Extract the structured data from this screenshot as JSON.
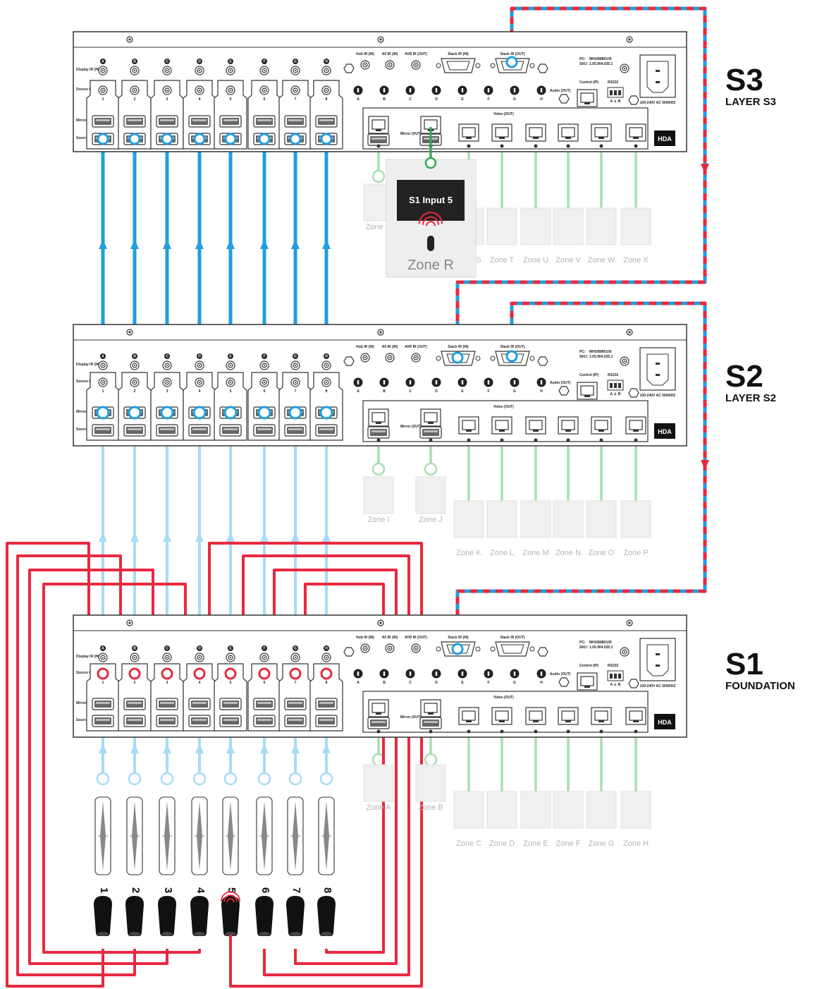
{
  "layers": [
    {
      "id": "S3",
      "name": "S3",
      "subtitle": "LAYER S3",
      "zones_mid": [
        "Zone Q",
        "Zone R"
      ],
      "zones_bottom": [
        "Zone S",
        "Zone T",
        "Zone U",
        "Zone V",
        "Zone W",
        "Zone X"
      ]
    },
    {
      "id": "S2",
      "name": "S2",
      "subtitle": "LAYER S2",
      "zones_mid": [
        "Zone I",
        "Zone J"
      ],
      "zones_bottom": [
        "Zone K",
        "Zone L",
        "Zone M",
        "Zone N",
        "Zone O",
        "Zone P"
      ]
    },
    {
      "id": "S1",
      "name": "S1",
      "subtitle": "FOUNDATION",
      "zones_mid": [
        "Zone A",
        "Zone B"
      ],
      "zones_bottom": [
        "Zone C",
        "Zone D",
        "Zone E",
        "Zone F",
        "Zone G",
        "Zone H"
      ]
    }
  ],
  "panel": {
    "input_letters": [
      "A",
      "B",
      "C",
      "D",
      "E",
      "F",
      "G",
      "H"
    ],
    "input_numbers": [
      "1",
      "2",
      "3",
      "4",
      "5",
      "6",
      "7",
      "8"
    ],
    "row_labels": {
      "display_ir": "Display IR (IN)",
      "source_ir": "Source IR (OUT)",
      "mirror": "Mirror (OUT)",
      "source": "Source (IN)"
    },
    "port_labels": {
      "hub_ir": "Hub IR (IN)",
      "all_ir": "All IR (IN)",
      "avr_ir": "AVR IR (OUT)",
      "stack_ir_in": "Stack IR (IN)",
      "stack_ir_out": "Stack IR (OUT)",
      "audio_out": "Audio (OUT)",
      "control": "Control (IP)",
      "rs232": "RS232",
      "video_out": "Video (OUT)",
      "mirror_out": "Mirror (OUT)",
      "power": "100-240V AC 50/60HZ",
      "pc": "PC:",
      "sku": "SKU:",
      "rs_pins": "A  ⏚  B"
    },
    "brand": "HDA",
    "pc_values": [
      "MHUB880100",
      "MHUB880100",
      "MHUB880100"
    ],
    "sku_values": [
      "1.05.904.035.1",
      "1.05.904.025.1",
      "1.05.904.025.1"
    ]
  },
  "popup": {
    "screen_text": "S1 Input 5",
    "zone": "Zone R"
  },
  "sources": {
    "labels": [
      "1",
      "2",
      "3",
      "4",
      "5",
      "6",
      "7",
      "8"
    ]
  },
  "colors": {
    "blue": "#1e9fe0",
    "light_blue": "#a8dbf5",
    "red": "#e8293f",
    "green": "#a8dfb0",
    "dark_green": "#2fa84f",
    "panel": "#ffffff",
    "panel_stroke": "#333333"
  }
}
